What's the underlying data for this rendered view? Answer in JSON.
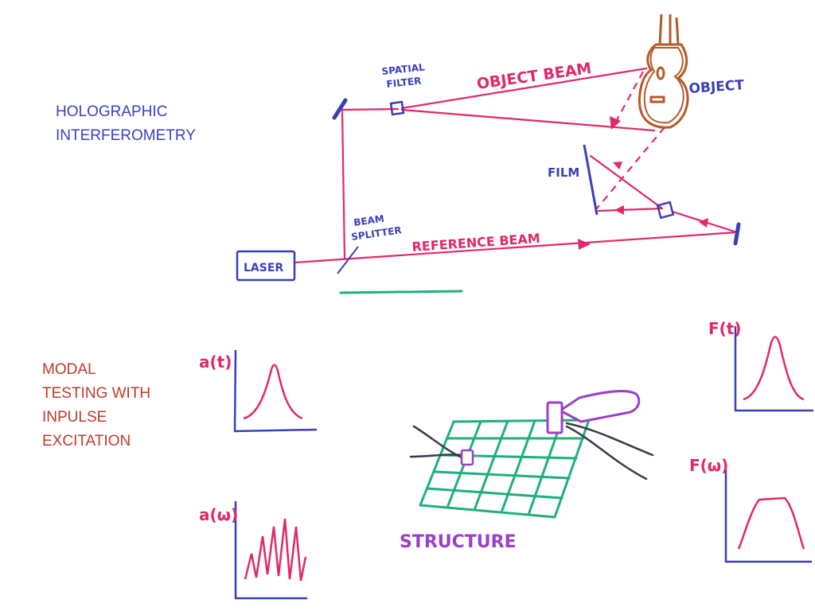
{
  "colors": {
    "beam": "#e0286a",
    "ink_blue": "#3a3fb8",
    "object": "#b35a2a",
    "grid": "#1fb07a",
    "sensor": "#9a3fc8",
    "cable": "#3a3a4a",
    "title_blue": "#3b3fc6",
    "title_red": "#c0392b"
  },
  "titles": {
    "holographic": [
      "HOLOGRAPHIC",
      "INTERFEROMETRY"
    ],
    "modal": [
      "MODAL",
      "TESTING WITH",
      "INPULSE",
      "EXCITATION"
    ]
  },
  "labels": {
    "spatial_filter": [
      "SPATIAL",
      "FILTER"
    ],
    "object_beam": "OBJECT BEAM",
    "object": "OBJECT",
    "film": "FILM",
    "beam_splitter": [
      "BEAM",
      "SPLITTER"
    ],
    "reference_beam": "REFERENCE BEAM",
    "laser": "LASER",
    "structure": "STRUCTURE",
    "a_t": "a(t)",
    "a_w": "a(ω)",
    "f_t": "F(t)",
    "f_w": "F(ω)"
  }
}
